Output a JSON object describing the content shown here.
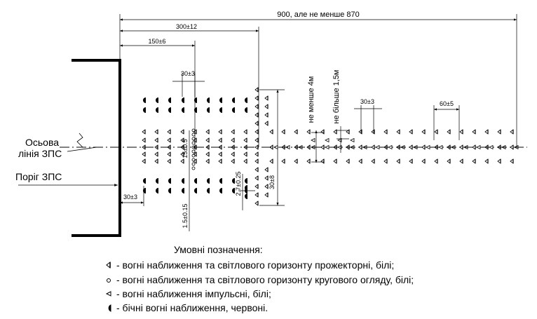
{
  "labels": {
    "axis_line": "Осьова лінія ЗПС",
    "axis_line_1": "Осьова",
    "axis_line_2": "лінія ЗПС",
    "threshold": "Поріг ЗПС"
  },
  "dimensions": {
    "total": "900, але не менше 870",
    "d300": "300±12",
    "d150": "150±6",
    "d30_top": "30±3",
    "d30_left": "30±3",
    "d30_mid": "30±3",
    "d60": "60±5",
    "d30_vert": "30±8",
    "d1_5": "1.5±0.15",
    "d15_vert": "15±0.5",
    "d2_7": "2.7±0.25",
    "not_less_4m": "не менше 4м",
    "not_more_1_5m": "не більше 1,5м"
  },
  "legend": {
    "title": "Умовні позначення:",
    "items": [
      {
        "symbol": "searchlight-icon",
        "text": "- вогні наближення та світлового горизонту прожекторні, білі;"
      },
      {
        "symbol": "omnidirectional-icon",
        "text": "- вогні наближення та світлового горизонту кругового огляду, білі;"
      },
      {
        "symbol": "pulse-light-icon",
        "text": "- вогні наближення імпульсні, білі;"
      },
      {
        "symbol": "red-side-light-icon",
        "text": "- бічні вогні наближення, червоні."
      }
    ]
  }
}
